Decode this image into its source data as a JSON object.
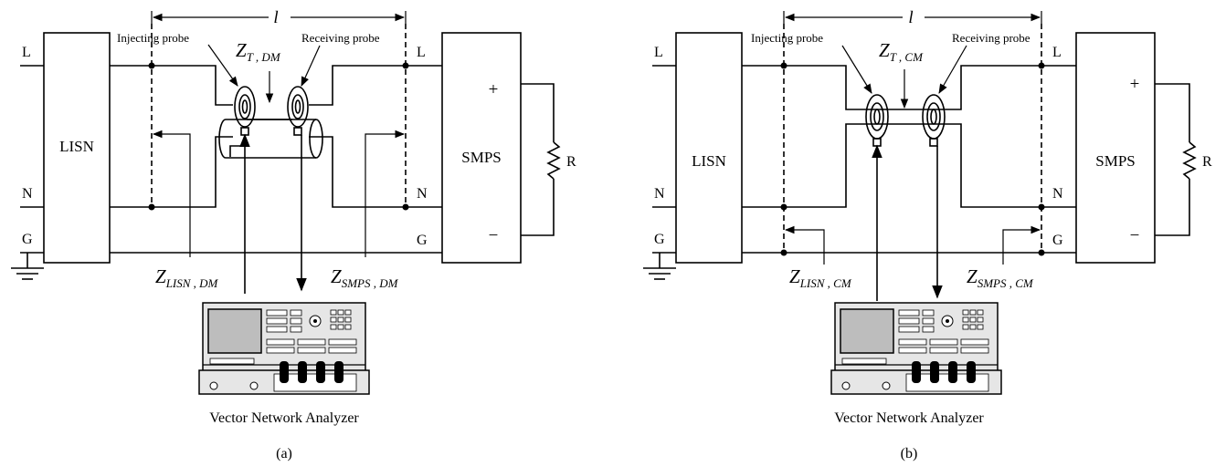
{
  "panels": [
    {
      "id": "a",
      "caption": "(a)",
      "length_label": "l",
      "lisn_label": "LISN",
      "smps_label": "SMPS",
      "line_labels": {
        "l_left": "L",
        "n_left": "N",
        "g_left": "G",
        "l_right": "L",
        "n_right": "N",
        "g_right": "G"
      },
      "injecting_probe": "Injecting probe",
      "receiving_probe": "Receiving probe",
      "zt": {
        "main": "Z",
        "sub": "T , DM"
      },
      "zlisn": {
        "main": "Z",
        "sub": "LISN , DM"
      },
      "zsmps": {
        "main": "Z",
        "sub": "SMPS , DM"
      },
      "plus": "+",
      "minus": "−",
      "resistor": "R",
      "vna_label": "Vector Network Analyzer"
    },
    {
      "id": "b",
      "caption": "(b)",
      "length_label": "l",
      "lisn_label": "LISN",
      "smps_label": "SMPS",
      "line_labels": {
        "l_left": "L",
        "n_left": "N",
        "g_left": "G",
        "l_right": "L",
        "n_right": "N",
        "g_right": "G"
      },
      "injecting_probe": "Injecting probe",
      "receiving_probe": "Receiving probe",
      "zt": {
        "main": "Z",
        "sub": "T , CM"
      },
      "zlisn": {
        "main": "Z",
        "sub": "LISN , CM"
      },
      "zsmps": {
        "main": "Z",
        "sub": "SMPS , CM"
      },
      "plus": "+",
      "minus": "−",
      "resistor": "R",
      "vna_label": "Vector Network Analyzer"
    }
  ]
}
